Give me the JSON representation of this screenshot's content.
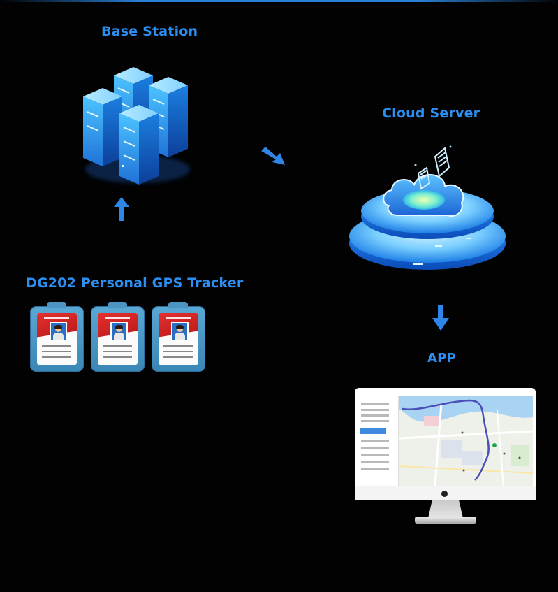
{
  "labels": {
    "base_station": "Base Station",
    "cloud_server": "Cloud Server",
    "tracker": "DG202 Personal GPS Tracker",
    "app": "APP"
  },
  "colors": {
    "label_blue": "#2c8ef0",
    "arrow_blue": "#2e86e6",
    "background": "#020203"
  },
  "nodes": [
    {
      "id": "tracker",
      "icon": "gps-tracker-badge-icon"
    },
    {
      "id": "base_station",
      "icon": "server-stack-icon"
    },
    {
      "id": "cloud_server",
      "icon": "cloud-platform-icon"
    },
    {
      "id": "app",
      "icon": "monitor-map-icon"
    }
  ],
  "flow": [
    {
      "from": "tracker",
      "to": "base_station"
    },
    {
      "from": "base_station",
      "to": "cloud_server"
    },
    {
      "from": "cloud_server",
      "to": "app"
    }
  ]
}
